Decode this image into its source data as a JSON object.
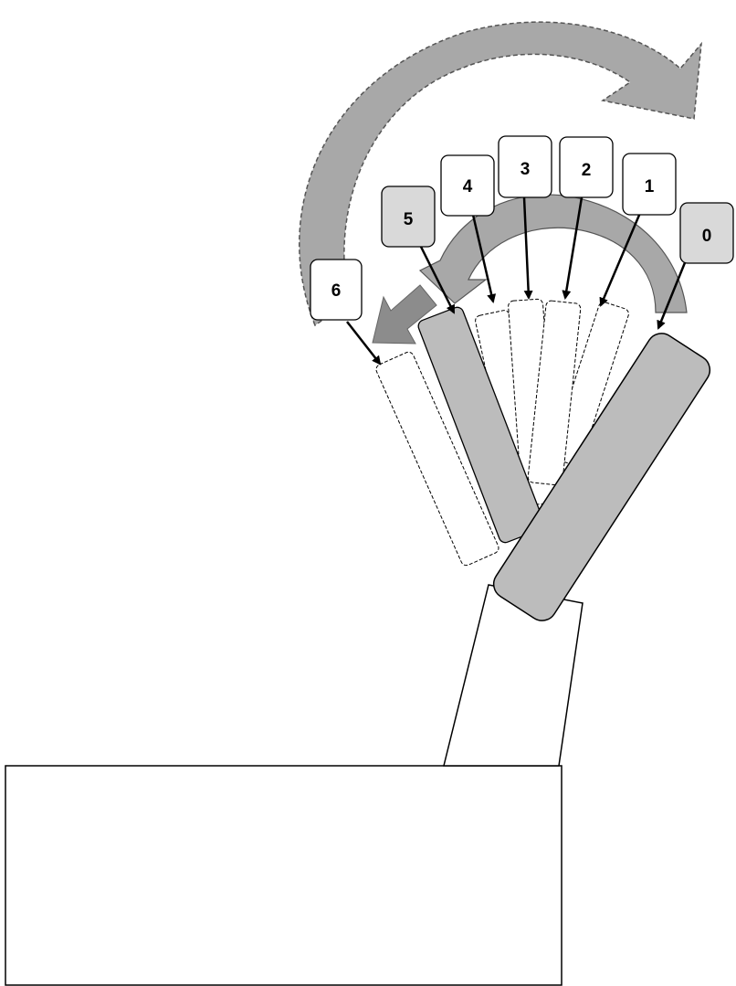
{
  "labels": [
    {
      "id": "0",
      "text": "0",
      "highlight": true
    },
    {
      "id": "1",
      "text": "1",
      "highlight": false
    },
    {
      "id": "2",
      "text": "2",
      "highlight": false
    },
    {
      "id": "3",
      "text": "3",
      "highlight": false
    },
    {
      "id": "4",
      "text": "4",
      "highlight": false
    },
    {
      "id": "5",
      "text": "5",
      "highlight": true
    },
    {
      "id": "6",
      "text": "6",
      "highlight": false
    }
  ],
  "colors": {
    "fill_gray": "#bcbcbc",
    "fill_light": "#d9d9d9",
    "fill_dark_arrow": "#8c8c8c",
    "arrow_gray": "#a8a8a8",
    "stroke": "#000000",
    "background": "#ffffff"
  }
}
